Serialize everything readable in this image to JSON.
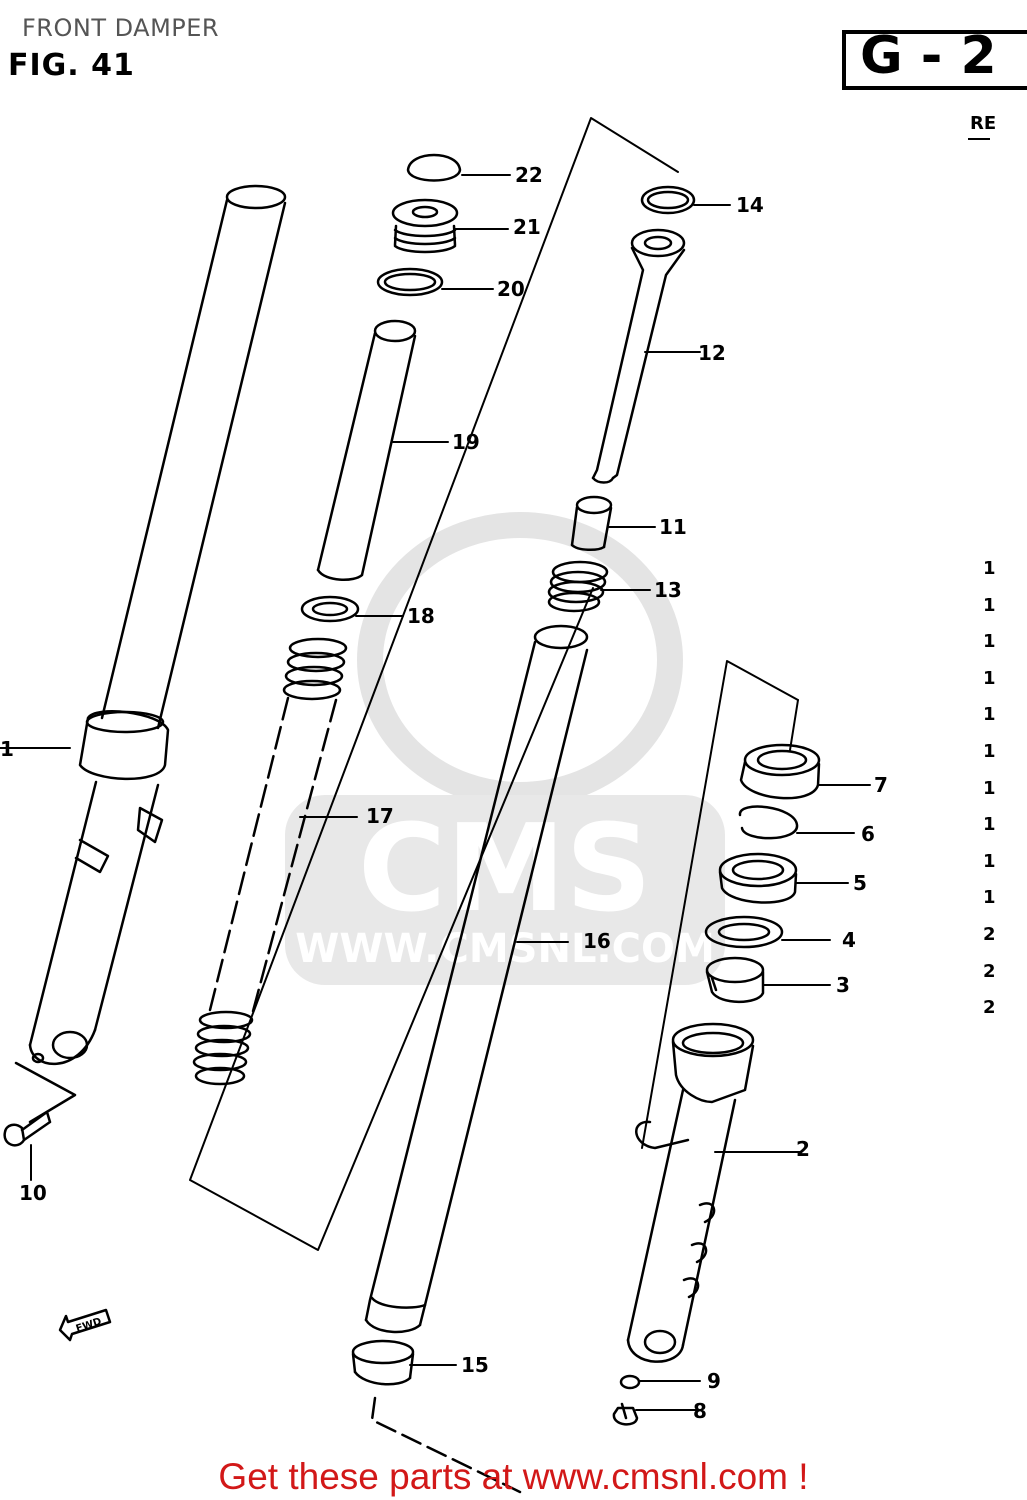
{
  "header": {
    "title": "FRONT DAMPER",
    "fig": "FIG. 41",
    "code": "G - 2",
    "ref": "RE"
  },
  "watermark": {
    "brand": "CMS",
    "url": "WWW.CMSNL.COM"
  },
  "fwd_label": "FWD",
  "side_refs": [
    "1",
    "1",
    "1",
    "1",
    "1",
    "1",
    "1",
    "1",
    "1",
    "1",
    "2",
    "2",
    "2"
  ],
  "parts": {
    "p1": "1",
    "p2": "2",
    "p3": "3",
    "p4": "4",
    "p5": "5",
    "p6": "6",
    "p7": "7",
    "p8": "8",
    "p9": "9",
    "p10": "10",
    "p11": "11",
    "p12": "12",
    "p13": "13",
    "p14": "14",
    "p15": "15",
    "p16": "16",
    "p17": "17",
    "p18": "18",
    "p19": "19",
    "p20": "20",
    "p21": "21",
    "p22": "22"
  },
  "footer": "Get these parts at www.cmsnl.com !",
  "colors": {
    "footer": "#d21818",
    "watermark": "#e4e4e4",
    "line": "#000000"
  }
}
